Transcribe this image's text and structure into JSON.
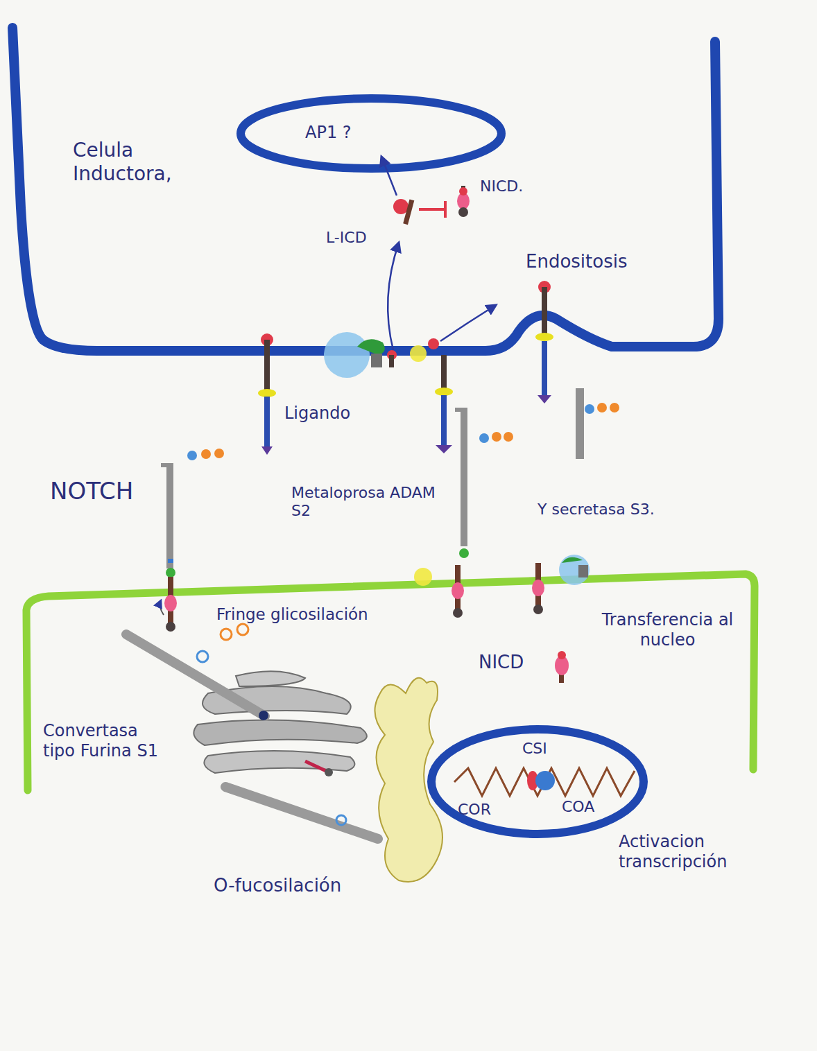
{
  "diagram": {
    "nodes": [
      {
        "text": [
          "Celula Inductora,"
        ]
      },
      {
        "text": [
          "AP1 ?"
        ],
        "in": 0
      },
      {
        "text": [
          "CSI",
          "COR",
          "COA"
        ]
      }
    ],
    "labels": [
      "NICD.",
      "L-ICD",
      "Endositosis",
      "Ligando",
      "NOTCH",
      "Metaloprosa ADAM S2",
      "Y secretasa S3.",
      "Fringe glicosilación",
      "NICD",
      "Transferencia al nucleo",
      "Convertasa tipo Furina S1",
      "Activacion transcripción",
      "O-fucosilación"
    ]
  }
}
